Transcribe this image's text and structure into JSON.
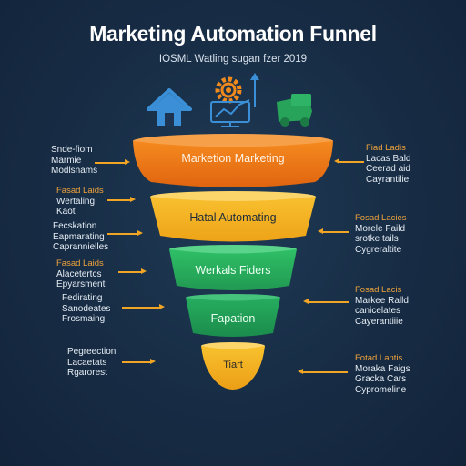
{
  "header": {
    "title": "Marketing Automation Funnel",
    "subtitle": "IOSML Watling sugan fzer 2019"
  },
  "icons": [
    "home-icon",
    "gear-icon",
    "chart-monitor-icon",
    "truck-icon"
  ],
  "colors": {
    "background": "#172c44",
    "stage1": "#ef7b1a",
    "stage2": "#f3b31f",
    "stage3": "#28b15c",
    "stage4": "#21a05a",
    "stage5": "#f2b01e",
    "note_heading": "#f0a33a",
    "arrow": "#f2a524"
  },
  "stages": [
    {
      "label": "Marketion Marketing"
    },
    {
      "label": "Hatal Automating"
    },
    {
      "label": "Werkals Fiders"
    },
    {
      "label": "Fapation"
    },
    {
      "label": "Tiart"
    }
  ],
  "left_notes": [
    {
      "heading": "",
      "lines": [
        "Snde-fiom",
        "Marmie",
        "Modlsnams"
      ]
    },
    {
      "heading": "Fasad Laids",
      "lines": [
        "Wertaling",
        "Kaot"
      ]
    },
    {
      "heading": "",
      "lines": [
        "Fecskation",
        "Eapmarating",
        "Caprannielles"
      ]
    },
    {
      "heading": "Fasad Laids",
      "lines": [
        "Alacetertcs",
        "Epyarsment"
      ]
    },
    {
      "heading": "",
      "lines": [
        "Fedirating",
        "Sanodeates",
        "Frosmaing"
      ]
    },
    {
      "heading": "",
      "lines": [
        "Pegreection",
        "Lacaetats",
        "Rgarorest"
      ]
    }
  ],
  "right_notes": [
    {
      "heading": "Fiad Ladis",
      "lines": [
        "Lacas Bald",
        "Ceerad aid",
        "Cayrantilie"
      ]
    },
    {
      "heading": "Fosad Lacies",
      "lines": [
        "Morele Faild",
        "srotke tails",
        "Cygreraltite"
      ]
    },
    {
      "heading": "Fosad Lacis",
      "lines": [
        "Markee Ralld",
        "canicelates",
        "Cayerantiiie"
      ]
    },
    {
      "heading": "Fotad Lantis",
      "lines": [
        "Moraka Faigs",
        "Gracka Cars",
        "Cypromeline"
      ]
    }
  ]
}
